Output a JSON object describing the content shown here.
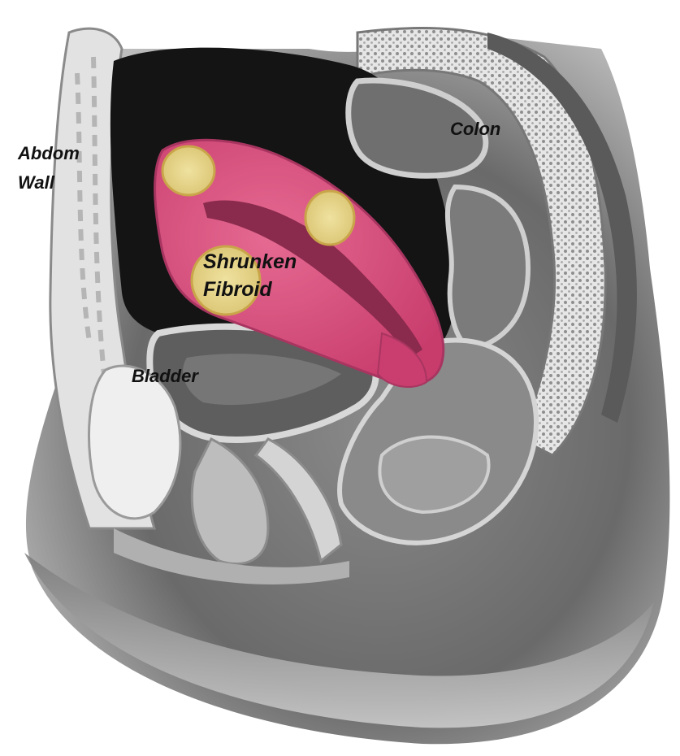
{
  "labels": {
    "abdom_wall_line1": "Abdom",
    "abdom_wall_line2": "Wall",
    "colon": "Colon",
    "fibroid_line1": "Shrunken",
    "fibroid_line2": "Fibroid",
    "bladder": "Bladder"
  },
  "colors": {
    "uterus": "#d84a7a",
    "fibroid": "#e8d98a",
    "cavity": "#141414",
    "tissue_light": "#d9d9d9",
    "tissue_mid": "#9a9a9a",
    "tissue_dark": "#5c5c5c"
  }
}
